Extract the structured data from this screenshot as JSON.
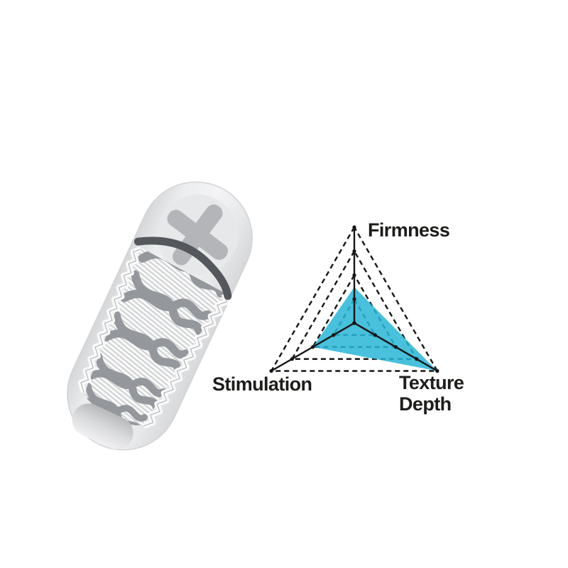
{
  "page": {
    "background_color": "#ffffff",
    "description": "Product texture illustration with triangular radar rating chart"
  },
  "product_illustration": {
    "description": "Cutaway capsule-shaped device revealing internal wavy ribbed texture sleeve",
    "body_color": "#e9eaec",
    "rim_color": "#54575b",
    "texture_wave_color": "#94989c",
    "orifice_cross_color": "#b3b5b9",
    "dimple_color": "#c9cacc"
  },
  "chart_data": {
    "type": "radar",
    "title": "",
    "categories": [
      "Firmness",
      "Stimulation",
      "Texture Depth"
    ],
    "values": [
      1.5,
      2,
      4
    ],
    "scale_max": 4,
    "grid_levels": 4,
    "grid_line_style": "dashed",
    "grid_color": "#161616",
    "axis_color": "#161616",
    "fill_color": "#29b5d6",
    "fill_opacity": 0.85,
    "legend_position": "none"
  },
  "labels": {
    "firmness": "Firmness",
    "stimulation": "Stimulation",
    "texture_depth_line1": "Texture",
    "texture_depth_line2": "Depth"
  }
}
